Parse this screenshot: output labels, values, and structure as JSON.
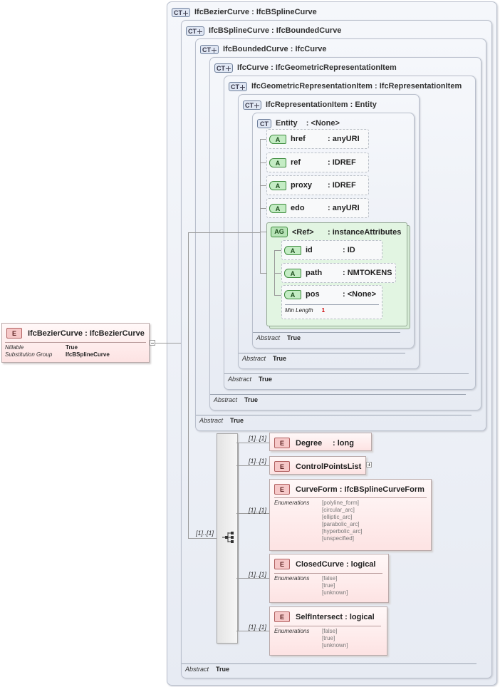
{
  "root": {
    "badge": "E",
    "name": "IfcBezierCurve",
    "type": "IfcBezierCurve",
    "props": [
      {
        "label": "Nillable",
        "value": "True"
      },
      {
        "label": "Substitution Group",
        "value": "IfcBSplineCurve"
      }
    ]
  },
  "ct_badge": "CT",
  "abstract_label": "Abstract",
  "abstract_value": "True",
  "complex_types": [
    {
      "name": "IfcBezierCurve",
      "base": "IfcBSplineCurve"
    },
    {
      "name": "IfcBSplineCurve",
      "base": "IfcBoundedCurve"
    },
    {
      "name": "IfcBoundedCurve",
      "base": "IfcCurve"
    },
    {
      "name": "IfcCurve",
      "base": "IfcGeometricRepresentationItem"
    },
    {
      "name": "IfcGeometricRepresentationItem",
      "base": "IfcRepresentationItem"
    },
    {
      "name": "IfcRepresentationItem",
      "base": "Entity"
    },
    {
      "name": "Entity",
      "base": "<None>"
    }
  ],
  "attribute_badge": "A",
  "attributes": [
    {
      "name": "href",
      "type": "anyURI"
    },
    {
      "name": "ref",
      "type": "IDREF"
    },
    {
      "name": "proxy",
      "type": "IDREF"
    },
    {
      "name": "edo",
      "type": "anyURI"
    }
  ],
  "attribute_group": {
    "badge": "AG",
    "name": "<Ref>",
    "type": "instanceAttributes",
    "attributes": [
      {
        "name": "id",
        "type": "ID"
      },
      {
        "name": "path",
        "type": "NMTOKENS"
      },
      {
        "name": "pos",
        "type": "<None>",
        "facet_label": "Min Length",
        "facet_value": "1"
      }
    ]
  },
  "sequence_multiplicity": "[1]..[1]",
  "element_badge": "E",
  "elements": [
    {
      "name": "Degree",
      "type": "long",
      "multiplicity": "[1]..[1]"
    },
    {
      "name": "ControlPointsList",
      "type": "",
      "multiplicity": "[1]..[1]"
    },
    {
      "name": "CurveForm",
      "type": "IfcBSplineCurveForm",
      "multiplicity": "[1]..[1]",
      "enum_label": "Enumerations",
      "enums": [
        "[polyline_form]",
        "[circular_arc]",
        "[elliptic_arc]",
        "[parabolic_arc]",
        "[hyperbolic_arc]",
        "[unspecified]"
      ]
    },
    {
      "name": "ClosedCurve",
      "type": "logical",
      "multiplicity": "[1]..[1]",
      "enum_label": "Enumerations",
      "enums": [
        "[false]",
        "[true]",
        "[unknown]"
      ]
    },
    {
      "name": "SelfIntersect",
      "type": "logical",
      "multiplicity": "[1]..[1]",
      "enum_label": "Enumerations",
      "enums": [
        "[false]",
        "[true]",
        "[unknown]"
      ]
    }
  ]
}
